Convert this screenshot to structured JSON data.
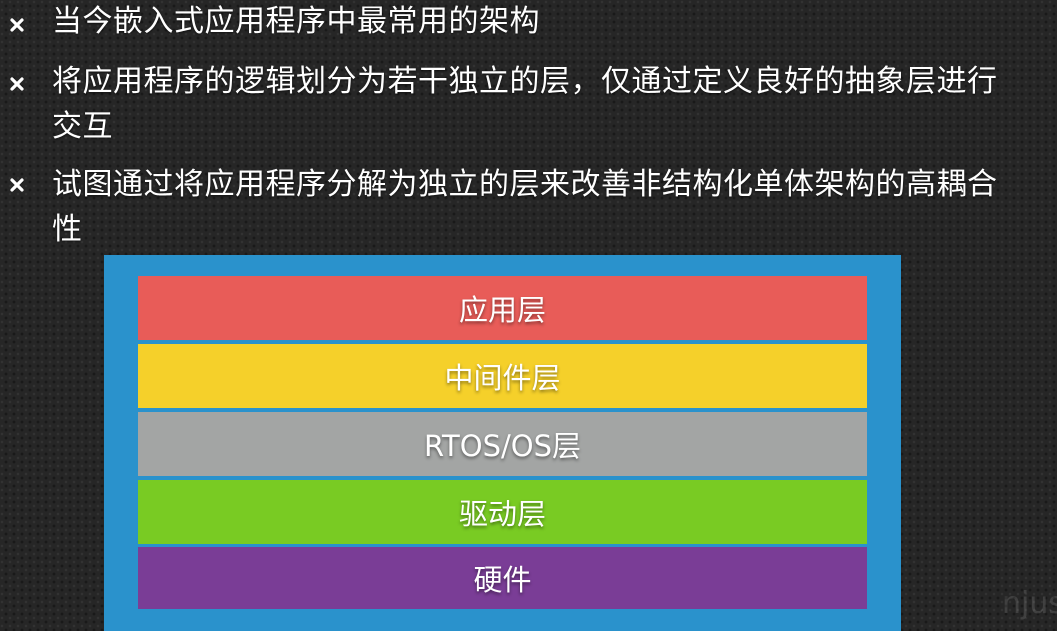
{
  "bullets": [
    {
      "icon": "x-bullet-icon",
      "text": "当今嵌入式应用程序中最常用的架构"
    },
    {
      "icon": "x-bullet-icon",
      "text": "将应用程序的逻辑划分为若干独立的层，仅通过定义良好的抽象层进行交互"
    },
    {
      "icon": "x-bullet-icon",
      "text": "试图通过将应用程序分解为独立的层来改善非结构化单体架构的高耦合性"
    }
  ],
  "diagram": {
    "frame_color": "#2a92cc",
    "layers": [
      {
        "label": "应用层",
        "color": "#e85c58"
      },
      {
        "label": "中间件层",
        "color": "#f5d02a"
      },
      {
        "label": "RTOS/OS层",
        "color": "#a3a5a4"
      },
      {
        "label": "驱动层",
        "color": "#79cb23"
      },
      {
        "label": "硬件",
        "color": "#7a3d96"
      }
    ]
  },
  "watermark": "njus"
}
